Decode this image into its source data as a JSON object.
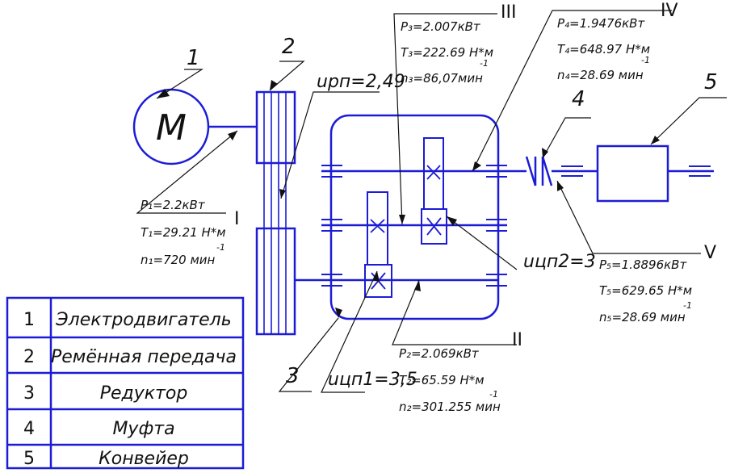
{
  "motor": {
    "symbol": "M"
  },
  "callouts": [
    "1",
    "2",
    "3",
    "4",
    "5"
  ],
  "shafts": {
    "I": {
      "label": "I",
      "power": "P₁=2.2кВт",
      "torque": "T₁=29.21 Н*м",
      "speed": "n₁=720 мин",
      "exp": "-1"
    },
    "II": {
      "label": "II",
      "power": "P₂=2.069кВт",
      "torque": "T₂=65.59 Н*м",
      "speed": "n₂=301.255 мин",
      "exp": "-1"
    },
    "III": {
      "label": "III",
      "power": "P₃=2.007кВт",
      "torque": "T₃=222.69 Н*м",
      "speed": "n₃=86,07мин",
      "exp": "-1"
    },
    "IV": {
      "label": "IV",
      "power": "P₄=1.9476кВт",
      "torque": "T₄=648.97 Н*м",
      "speed": "n₄=28.69 мин",
      "exp": "-1"
    },
    "V": {
      "label": "V",
      "power": "P₅=1.8896кВт",
      "torque": "T₅=629.65 Н*м",
      "speed": "n₅=28.69 мин",
      "exp": "-1"
    }
  },
  "ratios": {
    "belt": "uрп=2,49",
    "gear1": "uцп1=3,5",
    "gear2": "uцп2=3"
  },
  "legend": [
    {
      "num": "1",
      "name": "Электродвигатель"
    },
    {
      "num": "2",
      "name": "Ремённая передача"
    },
    {
      "num": "3",
      "name": "Редуктор"
    },
    {
      "num": "4",
      "name": "Муфта"
    },
    {
      "num": "5",
      "name": "Конвейер"
    }
  ],
  "colors": {
    "drawing": "#1c1cd6",
    "annotation": "#111111"
  }
}
